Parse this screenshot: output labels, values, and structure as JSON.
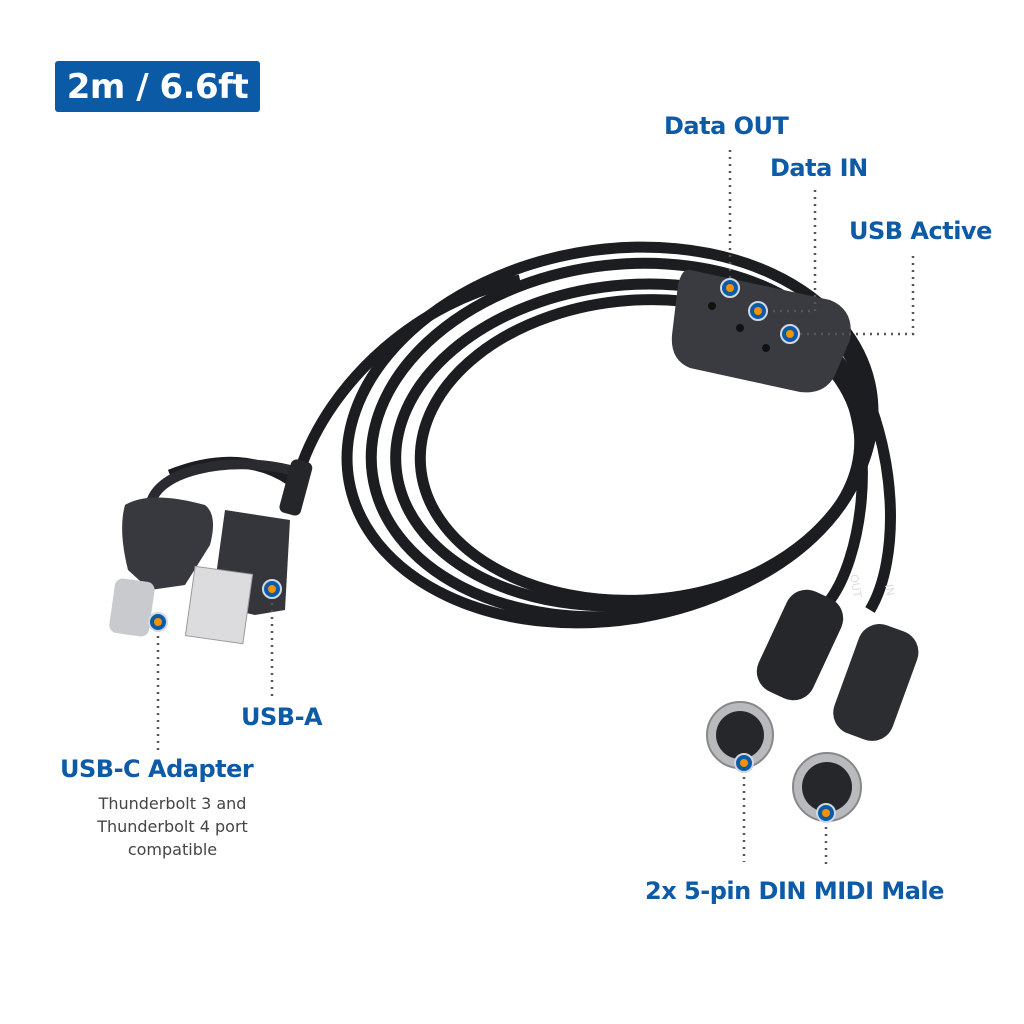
{
  "badge": {
    "text": "2m / 6.6ft",
    "color": "#0b5aa6"
  },
  "accent_color": "#0d5aa7",
  "dot_color": "#f39200",
  "callouts": {
    "data_out": "Data OUT",
    "data_in": "Data IN",
    "usb_active": "USB Active",
    "usb_a": "USB-A",
    "usb_c": "USB-C Adapter",
    "usb_c_note": [
      "Thunderbolt 3 and",
      "Thunderbolt 4 port",
      "compatible"
    ],
    "din": "2x 5-pin DIN MIDI Male"
  },
  "cable_labels": {
    "out": "OUT",
    "in": "IN"
  }
}
